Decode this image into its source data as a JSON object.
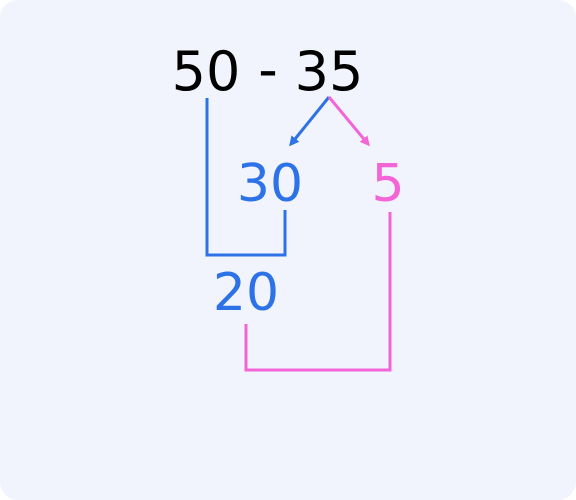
{
  "expression": {
    "left_operand": "50",
    "operator": "-",
    "right_operand": "35"
  },
  "split": {
    "tens_part": "30",
    "ones_part": "5"
  },
  "intermediate_result": "20",
  "colors": {
    "text_primary": "#000000",
    "blue": "#2d72e6",
    "pink": "#f365d6",
    "background": "#f2f4fd"
  }
}
